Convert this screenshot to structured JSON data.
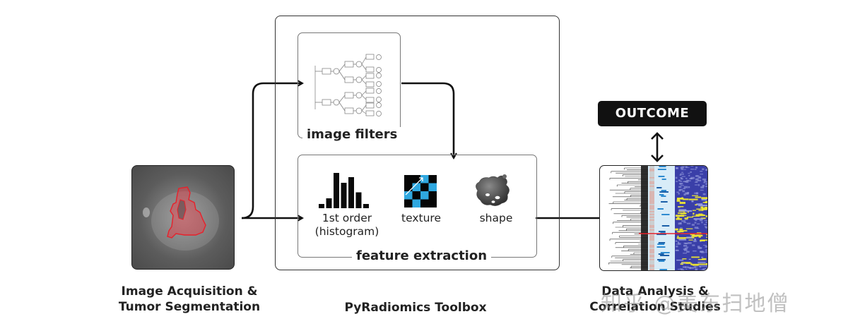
{
  "stages": {
    "acquisition": {
      "caption_line1": "Image Acquisition &",
      "caption_line2": "Tumor Segmentation"
    },
    "toolbox": {
      "caption": "PyRadiomics Toolbox",
      "image_filters": {
        "title": "image filters"
      },
      "feature_extraction": {
        "title": "feature extraction",
        "features": [
          {
            "icon": "histogram-icon",
            "label_line1": "1st order",
            "label_line2": "(histogram)"
          },
          {
            "icon": "texture-matrix-icon",
            "label_line1": "texture",
            "label_line2": ""
          },
          {
            "icon": "tumor-shape-3d-icon",
            "label_line1": "shape",
            "label_line2": ""
          }
        ]
      }
    },
    "analysis": {
      "caption_line1": "Data Analysis &",
      "caption_line2": "Correlation Studies",
      "outcome_label": "OUTCOME"
    }
  },
  "histogram_bars": [
    0.12,
    0.28,
    1.0,
    0.72,
    0.88,
    0.45,
    0.12
  ],
  "colors": {
    "segmentation": "#e8202a",
    "texture_cell": "#2fa8e0",
    "heatmap_bg": "#3a3fa8",
    "heatmap_high": "#f0e830",
    "outcome_bg": "#111111"
  },
  "watermark": "知乎 @美东扫地僧"
}
